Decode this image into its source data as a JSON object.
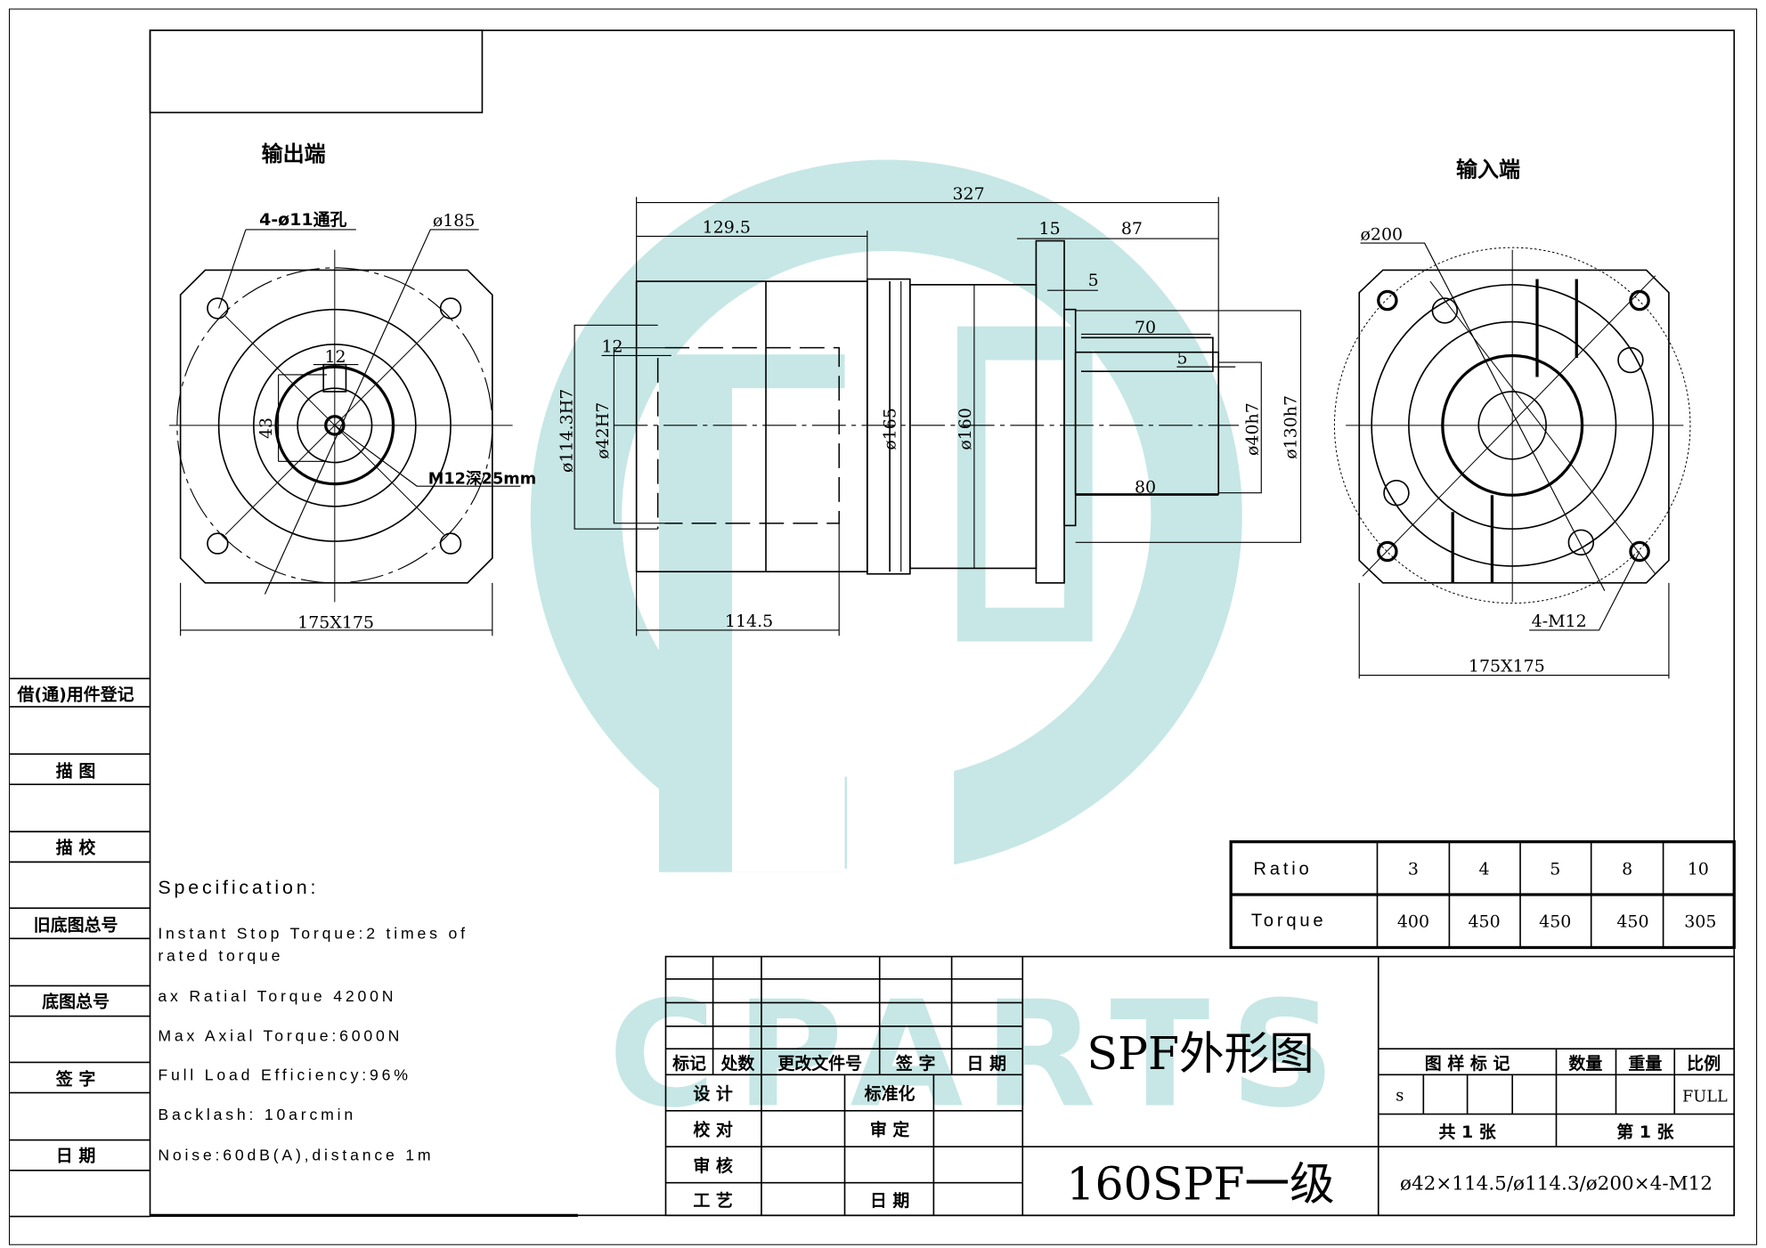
{
  "views": {
    "output_label": "输出端",
    "input_label": "输入端"
  },
  "output_view": {
    "holes": "4-ø11通孔",
    "pcd": "ø185",
    "key_width": "12",
    "key_height": "43",
    "thread": "M12深25mm",
    "size": "175X175"
  },
  "side_view": {
    "overall": "327",
    "output_len": "129.5",
    "flange_thk": "15",
    "shaft_total": "87",
    "spigot": "5",
    "key_len": "70",
    "key_offset": "5",
    "shaft_len": "80",
    "bore_depth_offset": "12",
    "bore_depth": "114.5",
    "d_pilot_out": "ø114.3H7",
    "d_bore": "ø42H7",
    "d_165": "ø165",
    "d_160": "ø160",
    "d_shaft": "ø40h7",
    "d_pilot_in": "ø130h7"
  },
  "input_view": {
    "pcd": "ø200",
    "thread": "4-M12",
    "size": "175X175"
  },
  "left_column": [
    "借(通)用件登记",
    "描  图",
    "描  校",
    "旧底图总号",
    "底图总号",
    "签  字",
    "日  期"
  ],
  "specification": {
    "title": "Specification:",
    "lines": [
      "Instant Stop Torque:2 times of",
      "rated torque",
      "ax Ratial Torque  4200N",
      "Max Axial Torque:6000N",
      "Full Load Efficiency:96%",
      "Backlash: 10arcmin",
      "Noise:60dB(A),distance 1m"
    ]
  },
  "ratio_table": {
    "row_labels": [
      "Ratio",
      "Torque"
    ],
    "ratios": [
      "3",
      "4",
      "5",
      "8",
      "10"
    ],
    "torques": [
      "400",
      "450",
      "450",
      "450",
      "305"
    ]
  },
  "title_block": {
    "rev_headers": [
      "标记",
      "处数",
      "更改文件号",
      "签 字",
      "日 期"
    ],
    "roles": [
      "设 计",
      "校 对",
      "审 核",
      "工 艺"
    ],
    "approvals": [
      "标准化",
      "审 定",
      "日 期"
    ],
    "drawing_title": "SPF外形图",
    "model": "160SPF一级",
    "right_headers": [
      "图 样 标 记",
      "数量",
      "重量",
      "比例"
    ],
    "mark": "s",
    "scale": "FULL",
    "sheets_total": "共  1  张",
    "sheet_no": "第  1  张",
    "code": "ø42×114.5/ø114.3/ø200×4-M12"
  },
  "watermark": "CPARTS",
  "colors": {
    "watermark": "#c6e7e6",
    "line": "#000000"
  }
}
